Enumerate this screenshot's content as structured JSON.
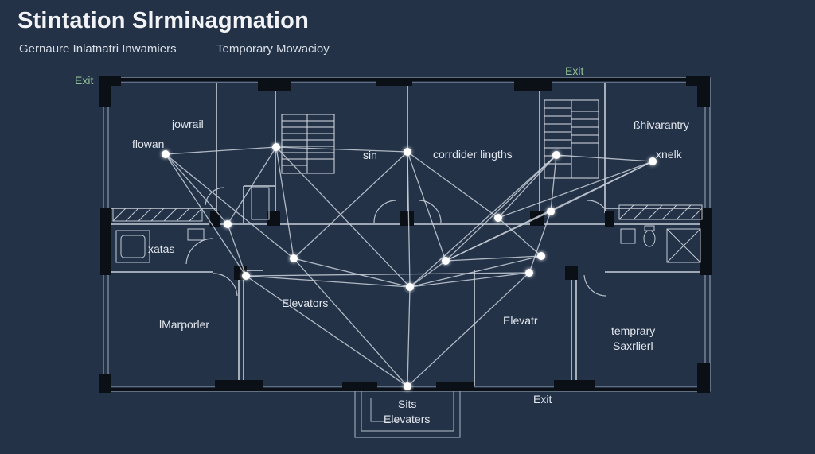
{
  "header": {
    "title": "Stintation Slrmiɴagmation",
    "subtitle_left": "Gernaure  Inlatnatri Inwamiers",
    "subtitle_right": "Temporary Mowacioy"
  },
  "labels": {
    "exit_left": "Exit",
    "exit_top": "Exit",
    "exit_bottom": "Exit",
    "jowrail": "jowrail",
    "flowan": "flowan",
    "sin": "sin",
    "corridor": "corrdider lingths",
    "shivarantry": "ßhivarantry",
    "xnelk": "xnelk",
    "xatas": "xatas",
    "elevators_mid": "Elevators",
    "marporler": "lMarporler",
    "elevatr": "Elevatr",
    "temprary_1": "temprary",
    "temprary_2": "Saxrlierl",
    "stairs_bottom_1": "Sits",
    "stairs_bottom_2": "Elevaters"
  },
  "colors": {
    "background": "#233247",
    "wall": "#0b0f16",
    "line": "#c9d0da",
    "node": "#ffffff",
    "exit_text": "#8fbf95"
  }
}
